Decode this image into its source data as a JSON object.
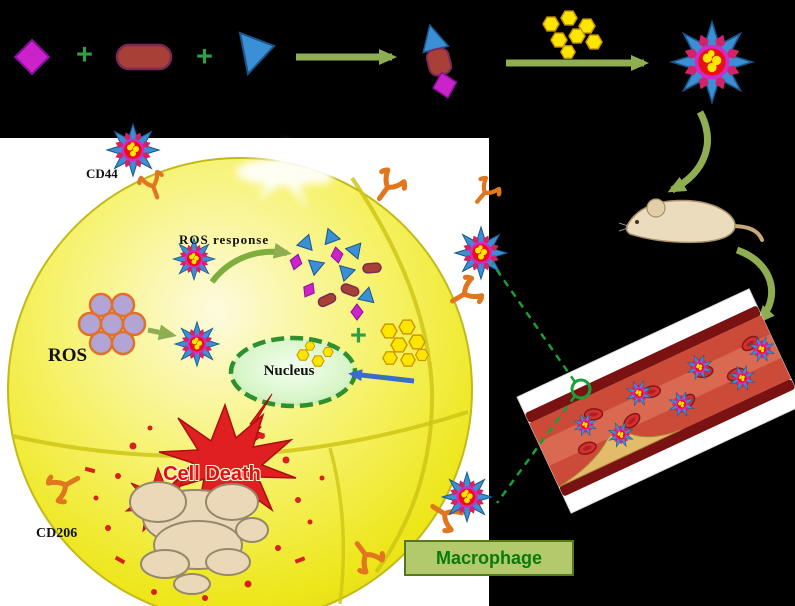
{
  "figure": {
    "labels": {
      "cd44": "CD44",
      "cd206": "CD206",
      "ros": "ROS",
      "ros_response": "ROS response",
      "nucleus": "Nucleus",
      "cell_death": "Cell Death",
      "plus": "+",
      "macrophage": "Macrophage"
    },
    "colors": {
      "background": "#000000",
      "cell_yellow": "#f2ee3c",
      "arrow_green": "#8fae52",
      "drug_yellow": "#ffe600",
      "diamond_magenta": "#cc22cc",
      "pill_red": "#a84038",
      "cone_blue": "#3b8fd4",
      "receptor_orange": "#e0761e",
      "nucleus_green": "#2f8f2f",
      "death_red": "#e01010",
      "macrophage_green": "#0a7a0a",
      "dashed_green": "#18a038"
    },
    "icons": {
      "nanostar": "drug-loaded spiky nanoparticle",
      "hexagon": "drug molecule",
      "receptor": "cell surface receptor",
      "mouse": "mouse model",
      "vessel": "blood vessel with red blood cells and nanoparticles",
      "explosion": "cell death burst",
      "ros_cluster": "reactive oxygen species cluster"
    }
  }
}
